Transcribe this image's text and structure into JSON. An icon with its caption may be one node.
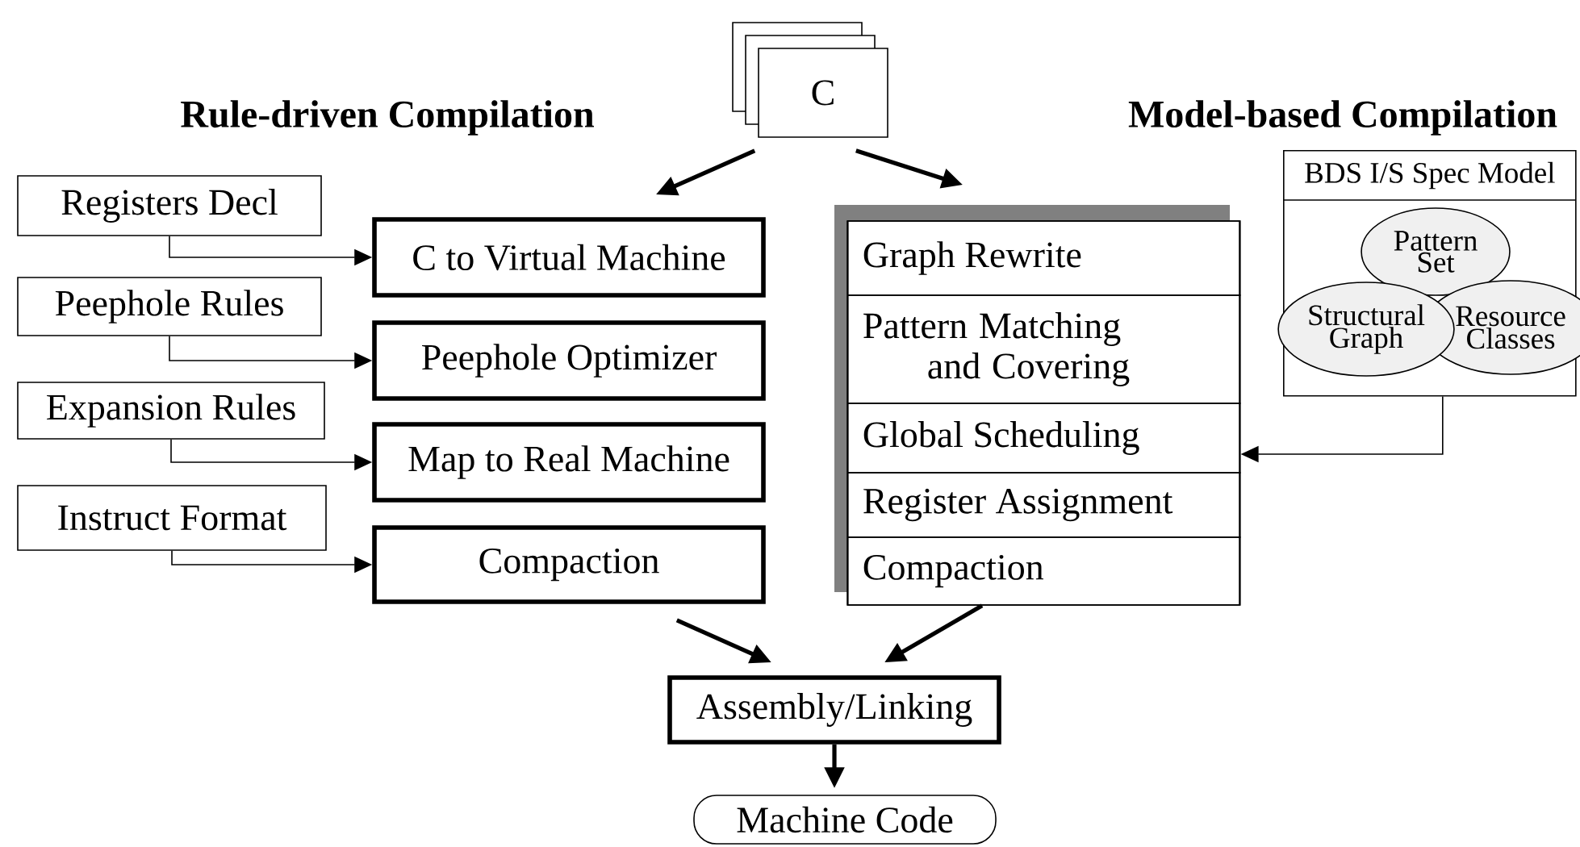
{
  "diagram": {
    "nodes": [
      {
        "text": [
          "C"
        ]
      },
      {
        "text": [
          "Registers Decl"
        ]
      },
      {
        "text": [
          "Peephole Rules"
        ]
      },
      {
        "text": [
          "Expansion Rules"
        ]
      },
      {
        "text": [
          "Instruct Format"
        ]
      },
      {
        "text": [
          "C to Virtual Machine"
        ]
      },
      {
        "text": [
          "Peephole Optimizer"
        ]
      },
      {
        "text": [
          "Map to Real Machine"
        ]
      },
      {
        "text": [
          "Compaction"
        ]
      },
      {
        "text": [],
        "shape": "box"
      },
      {
        "text": [
          "Graph Rewrite"
        ],
        "in": 9
      },
      {
        "text": [
          "Pattern Matching and Covering"
        ],
        "in": 9
      },
      {
        "text": [
          "Global Scheduling"
        ],
        "in": 9
      },
      {
        "text": [
          "Register Assignment"
        ],
        "in": 9
      },
      {
        "text": [
          "Compaction"
        ],
        "in": 9
      },
      {
        "text": [
          "BDS I/S Spec Model"
        ]
      },
      {
        "text": [
          "Pattern Set"
        ],
        "in": 15
      },
      {
        "text": [
          "Structural Graph"
        ],
        "in": 15
      },
      {
        "text": [
          "Resource Classes"
        ],
        "in": 15
      },
      {
        "text": [
          "Assembly/Linking"
        ]
      },
      {
        "text": [
          "Machine Code"
        ]
      }
    ],
    "edges": [
      {
        "from": 0,
        "to": 5,
        "arrow": "to",
        "style": "thick"
      },
      {
        "from": 0,
        "to": 9,
        "arrow": "to",
        "style": "thick"
      },
      {
        "from": 1,
        "to": 5,
        "arrow": "to"
      },
      {
        "from": 2,
        "to": 6,
        "arrow": "to"
      },
      {
        "from": 3,
        "to": 7,
        "arrow": "to"
      },
      {
        "from": 4,
        "to": 8,
        "arrow": "to"
      },
      {
        "from": 15,
        "to": 12,
        "arrow": "to"
      },
      {
        "from": 8,
        "to": 19,
        "arrow": "to",
        "style": "thick"
      },
      {
        "from": 9,
        "to": 19,
        "arrow": "to",
        "style": "thick"
      },
      {
        "from": 19,
        "to": 20,
        "arrow": "to",
        "style": "thick"
      }
    ],
    "labels": [
      "Rule-driven Compilation",
      "Model-based Compilation"
    ]
  }
}
